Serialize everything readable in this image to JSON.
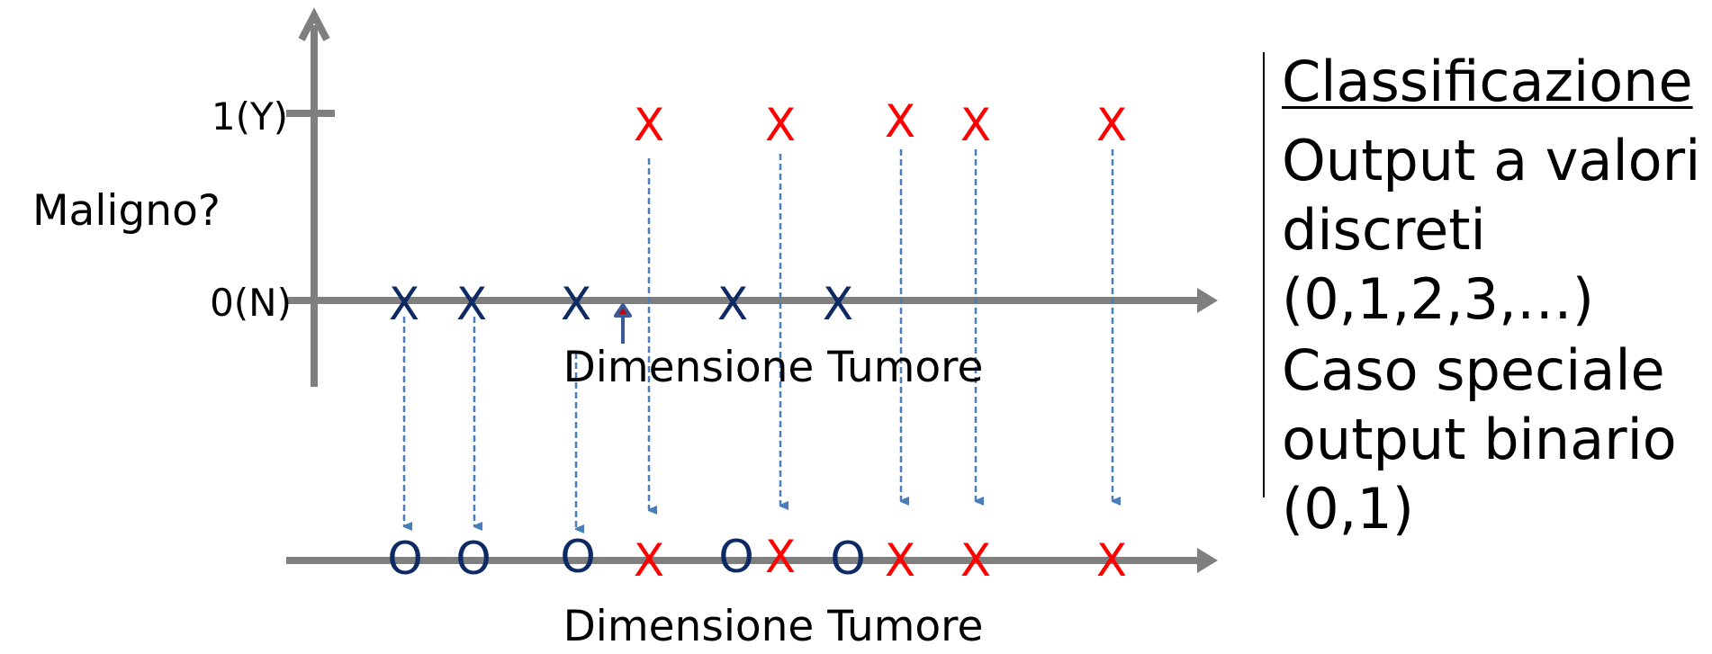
{
  "diagram": {
    "y_label": "Maligno?",
    "y_tick_top": "1(Y)",
    "y_tick_zero": "0(N)",
    "x_label_top": "Dimensione Tumore",
    "x_label_bottom": "Dimensione Tumore",
    "benign_mark": "X",
    "malignant_mark": "X",
    "class_zero_mark": "O",
    "class_one_mark": "X",
    "top_benign_points": 5,
    "top_malignant_points": 5,
    "bottom_sequence": [
      "O",
      "O",
      "O",
      "X",
      "O",
      "X",
      "O",
      "X",
      "X",
      "X"
    ],
    "colors": {
      "axis": "#7f7f7f",
      "benign": "#0e2a64",
      "malignant": "#ff0000",
      "projection": "#4a7ebb",
      "threshold_arrow_fill": "#c00000",
      "threshold_arrow_stroke": "#3b5998"
    }
  },
  "panel": {
    "title": "Classificazione",
    "item1": "Output a valori\ndiscreti\n(0,1,2,3,…)",
    "item2": "Caso speciale\noutput binario\n(0,1)"
  }
}
